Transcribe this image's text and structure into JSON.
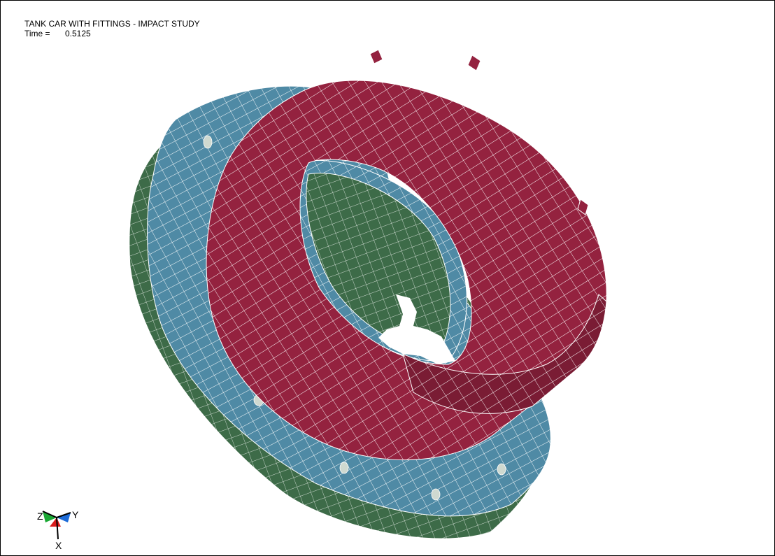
{
  "header": {
    "title": "TANK CAR WITH FITTINGS - IMPACT STUDY",
    "time_label": "Time =",
    "time_value": "0.5125"
  },
  "triad": {
    "labels": [
      "Z",
      "Y",
      "X"
    ]
  },
  "colors": {
    "cylinder": "#94223f",
    "cylinder_dark": "#6b1a2e",
    "flange_blue": "#4f8aa5",
    "flange_green": "#3d6b48",
    "mesh": "#ffffff",
    "frame": "#000000"
  }
}
